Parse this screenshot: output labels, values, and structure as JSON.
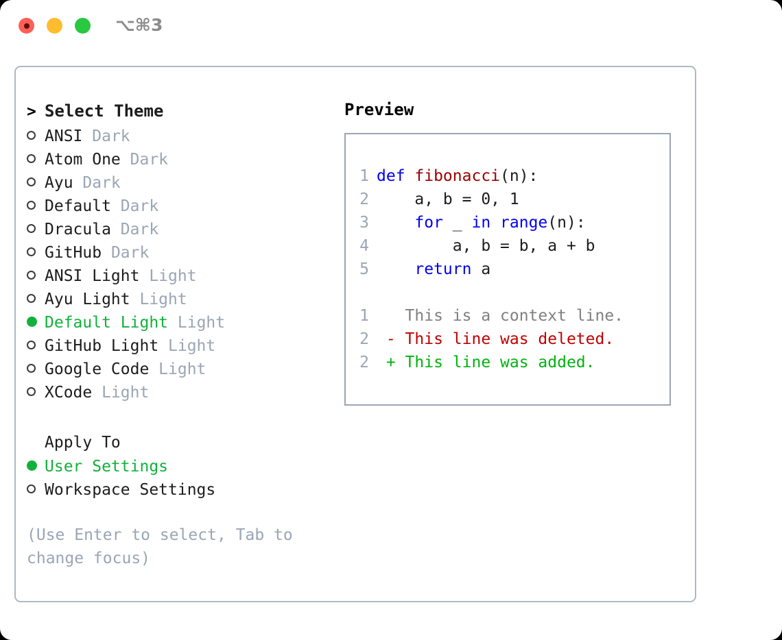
{
  "titlebar": {
    "shortcut": "⌥⌘3",
    "lights": [
      {
        "name": "close",
        "color": "#fe5f57"
      },
      {
        "name": "minimize",
        "color": "#febc2e"
      },
      {
        "name": "maximize",
        "color": "#28c840"
      }
    ]
  },
  "theme_list": {
    "header_marker": ">",
    "header": "Select Theme",
    "items": [
      {
        "marker": "off",
        "label": "ANSI",
        "suffix": "Dark",
        "selected": false
      },
      {
        "marker": "off",
        "label": "Atom One",
        "suffix": "Dark",
        "selected": false
      },
      {
        "marker": "off",
        "label": "Ayu",
        "suffix": "Dark",
        "selected": false
      },
      {
        "marker": "off",
        "label": "Default",
        "suffix": "Dark",
        "selected": false
      },
      {
        "marker": "off",
        "label": "Dracula",
        "suffix": "Dark",
        "selected": false
      },
      {
        "marker": "off",
        "label": "GitHub",
        "suffix": "Dark",
        "selected": false
      },
      {
        "marker": "off",
        "label": "ANSI Light",
        "suffix": "Light",
        "selected": false
      },
      {
        "marker": "off",
        "label": "Ayu Light",
        "suffix": "Light",
        "selected": false
      },
      {
        "marker": "on",
        "label": "Default Light",
        "suffix": "Light",
        "selected": true
      },
      {
        "marker": "off",
        "label": "GitHub Light",
        "suffix": "Light",
        "selected": false
      },
      {
        "marker": "off",
        "label": "Google Code",
        "suffix": "Light",
        "selected": false
      },
      {
        "marker": "off",
        "label": "XCode",
        "suffix": "Light",
        "selected": false
      }
    ]
  },
  "apply_to": {
    "header": "Apply To",
    "items": [
      {
        "marker": "on",
        "label": "User Settings",
        "selected": true
      },
      {
        "marker": "off",
        "label": "Workspace Settings",
        "selected": false
      }
    ]
  },
  "hint": "(Use Enter to select, Tab to\nchange focus)",
  "preview": {
    "title": "Preview",
    "code_lines": [
      {
        "num": "1",
        "tokens": [
          {
            "t": "def ",
            "c": "kw"
          },
          {
            "t": "fibonacci",
            "c": "fn"
          },
          {
            "t": "(n):",
            "c": "pl"
          }
        ]
      },
      {
        "num": "2",
        "tokens": [
          {
            "t": "    a, b = 0, 1",
            "c": "pl"
          }
        ]
      },
      {
        "num": "3",
        "tokens": [
          {
            "t": "    ",
            "c": "pl"
          },
          {
            "t": "for ",
            "c": "kw"
          },
          {
            "t": "_ ",
            "c": "pl"
          },
          {
            "t": "in ",
            "c": "kw"
          },
          {
            "t": "range",
            "c": "kw"
          },
          {
            "t": "(n):",
            "c": "pl"
          }
        ]
      },
      {
        "num": "4",
        "tokens": [
          {
            "t": "        a, b = b, a + b",
            "c": "pl"
          }
        ]
      },
      {
        "num": "5",
        "tokens": [
          {
            "t": "    ",
            "c": "pl"
          },
          {
            "t": "return ",
            "c": "kw"
          },
          {
            "t": "a",
            "c": "pl"
          }
        ]
      }
    ],
    "diff_lines": [
      {
        "num": "1",
        "sign": " ",
        "text": "This is a context line.",
        "kind": "ctx"
      },
      {
        "num": "2",
        "sign": "-",
        "text": "This line was deleted.",
        "kind": "del"
      },
      {
        "num": "2",
        "sign": "+",
        "text": "This line was added.",
        "kind": "add"
      }
    ]
  },
  "colors": {
    "accent_green": "#12b13b",
    "muted": "#9aa5b4",
    "keyword_blue": "#0000ee",
    "function_red": "#9b0000",
    "diff_add": "#00b30f",
    "diff_del": "#c00000",
    "border": "#aeb8c4"
  }
}
